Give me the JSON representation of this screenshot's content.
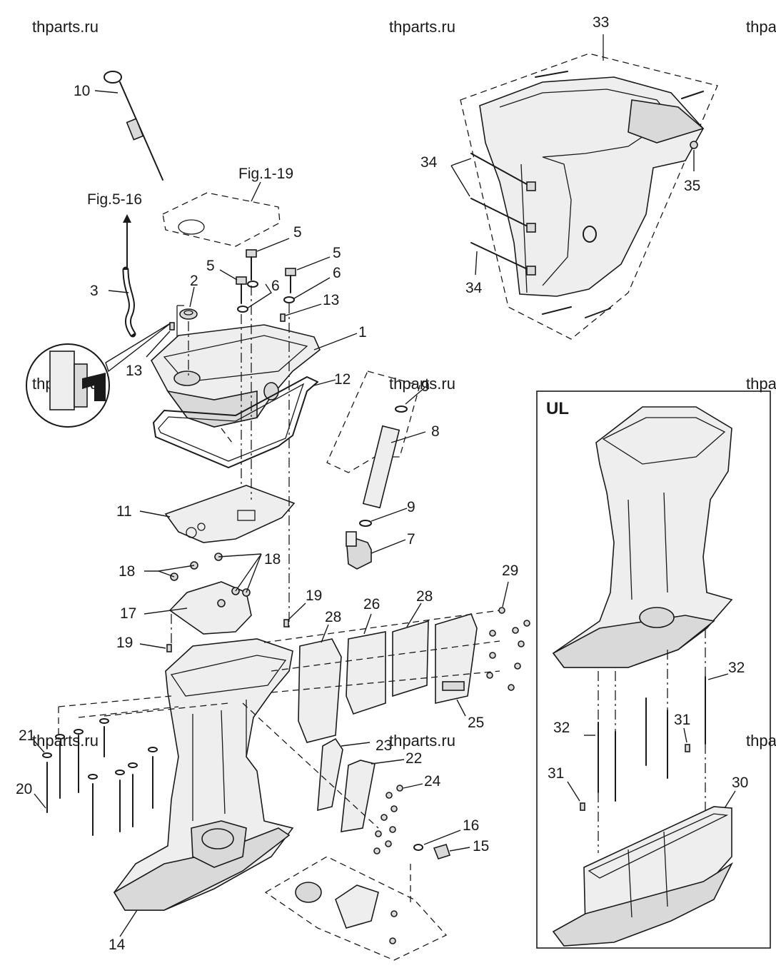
{
  "watermarks": [
    {
      "text": "thparts.ru"
    },
    {
      "text": "thparts.ru"
    },
    {
      "text": "thparts.ru"
    },
    {
      "text": "thparts.ru"
    },
    {
      "text": "thparts.ru"
    },
    {
      "text": "thparts.ru"
    },
    {
      "text": "thparts.ru"
    },
    {
      "text": "thparts.ru"
    },
    {
      "text": "thparts.ru"
    }
  ],
  "references": {
    "fig_1_19": "Fig.1-19",
    "fig_5_16": "Fig.5-16"
  },
  "variant_box": {
    "title": "UL"
  },
  "callouts": [
    {
      "label": "33"
    },
    {
      "label": "10"
    },
    {
      "label": "34"
    },
    {
      "label": "35"
    },
    {
      "label": "34"
    },
    {
      "label": "5"
    },
    {
      "label": "5"
    },
    {
      "label": "5"
    },
    {
      "label": "6"
    },
    {
      "label": "6"
    },
    {
      "label": "3"
    },
    {
      "label": "2"
    },
    {
      "label": "13"
    },
    {
      "label": "13"
    },
    {
      "label": "1"
    },
    {
      "label": "12"
    },
    {
      "label": "9"
    },
    {
      "label": "8"
    },
    {
      "label": "11"
    },
    {
      "label": "9"
    },
    {
      "label": "7"
    },
    {
      "label": "18"
    },
    {
      "label": "18"
    },
    {
      "label": "29"
    },
    {
      "label": "17"
    },
    {
      "label": "19"
    },
    {
      "label": "26"
    },
    {
      "label": "28"
    },
    {
      "label": "28"
    },
    {
      "label": "19"
    },
    {
      "label": "25"
    },
    {
      "label": "32"
    },
    {
      "label": "32"
    },
    {
      "label": "31"
    },
    {
      "label": "21"
    },
    {
      "label": "23"
    },
    {
      "label": "22"
    },
    {
      "label": "31"
    },
    {
      "label": "20"
    },
    {
      "label": "24"
    },
    {
      "label": "30"
    },
    {
      "label": "16"
    },
    {
      "label": "15"
    },
    {
      "label": "14"
    }
  ]
}
